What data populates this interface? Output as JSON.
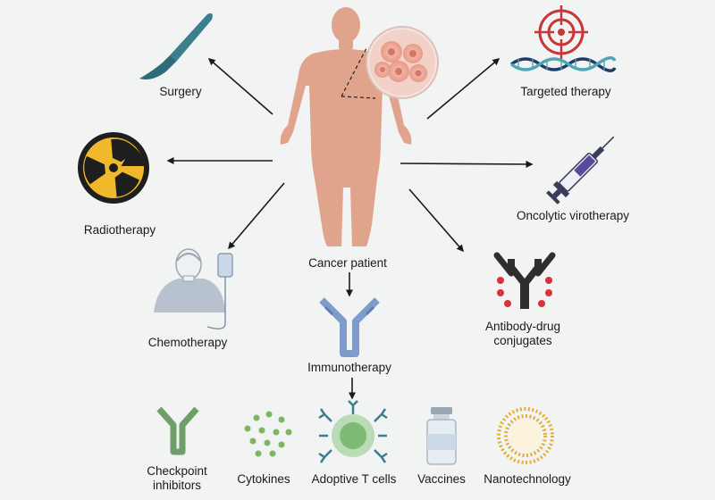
{
  "center": {
    "label": "Cancer patient"
  },
  "treatments": {
    "surgery": "Surgery",
    "radiotherapy": "Radiotherapy",
    "chemotherapy": "Chemotherapy",
    "targeted_therapy": "Targeted therapy",
    "oncolytic_virotherapy": "Oncolytic virotherapy",
    "adc_line1": "Antibody-drug",
    "adc_line2": "conjugates",
    "immunotherapy": "Immunotherapy"
  },
  "immunotherapy_types": {
    "checkpoint_line1": "Checkpoint",
    "checkpoint_line2": "inhibitors",
    "cytokines": "Cytokines",
    "adoptive_t_cells": "Adoptive T cells",
    "vaccines": "Vaccines",
    "nanotechnology": "Nanotechnology"
  },
  "colors": {
    "background": "#f2f3f3",
    "skin": "#e0a48d",
    "antibody_blue": "#7d9ccb",
    "antibody_green": "#6f9e6a",
    "adc_dark": "#2e2e2e",
    "drug_red": "#d8323a",
    "target_red": "#c93437",
    "dna_navy": "#233a6d",
    "dna_teal": "#4fa7b5",
    "radiation_yellow": "#f0b82b",
    "scalpel_teal": "#3b7e8e",
    "syringe_purple": "#5a4a9e",
    "cytokine_green": "#7bb661",
    "tcell_green": "#7dbb74",
    "nano_gold": "#e9ad2f"
  }
}
